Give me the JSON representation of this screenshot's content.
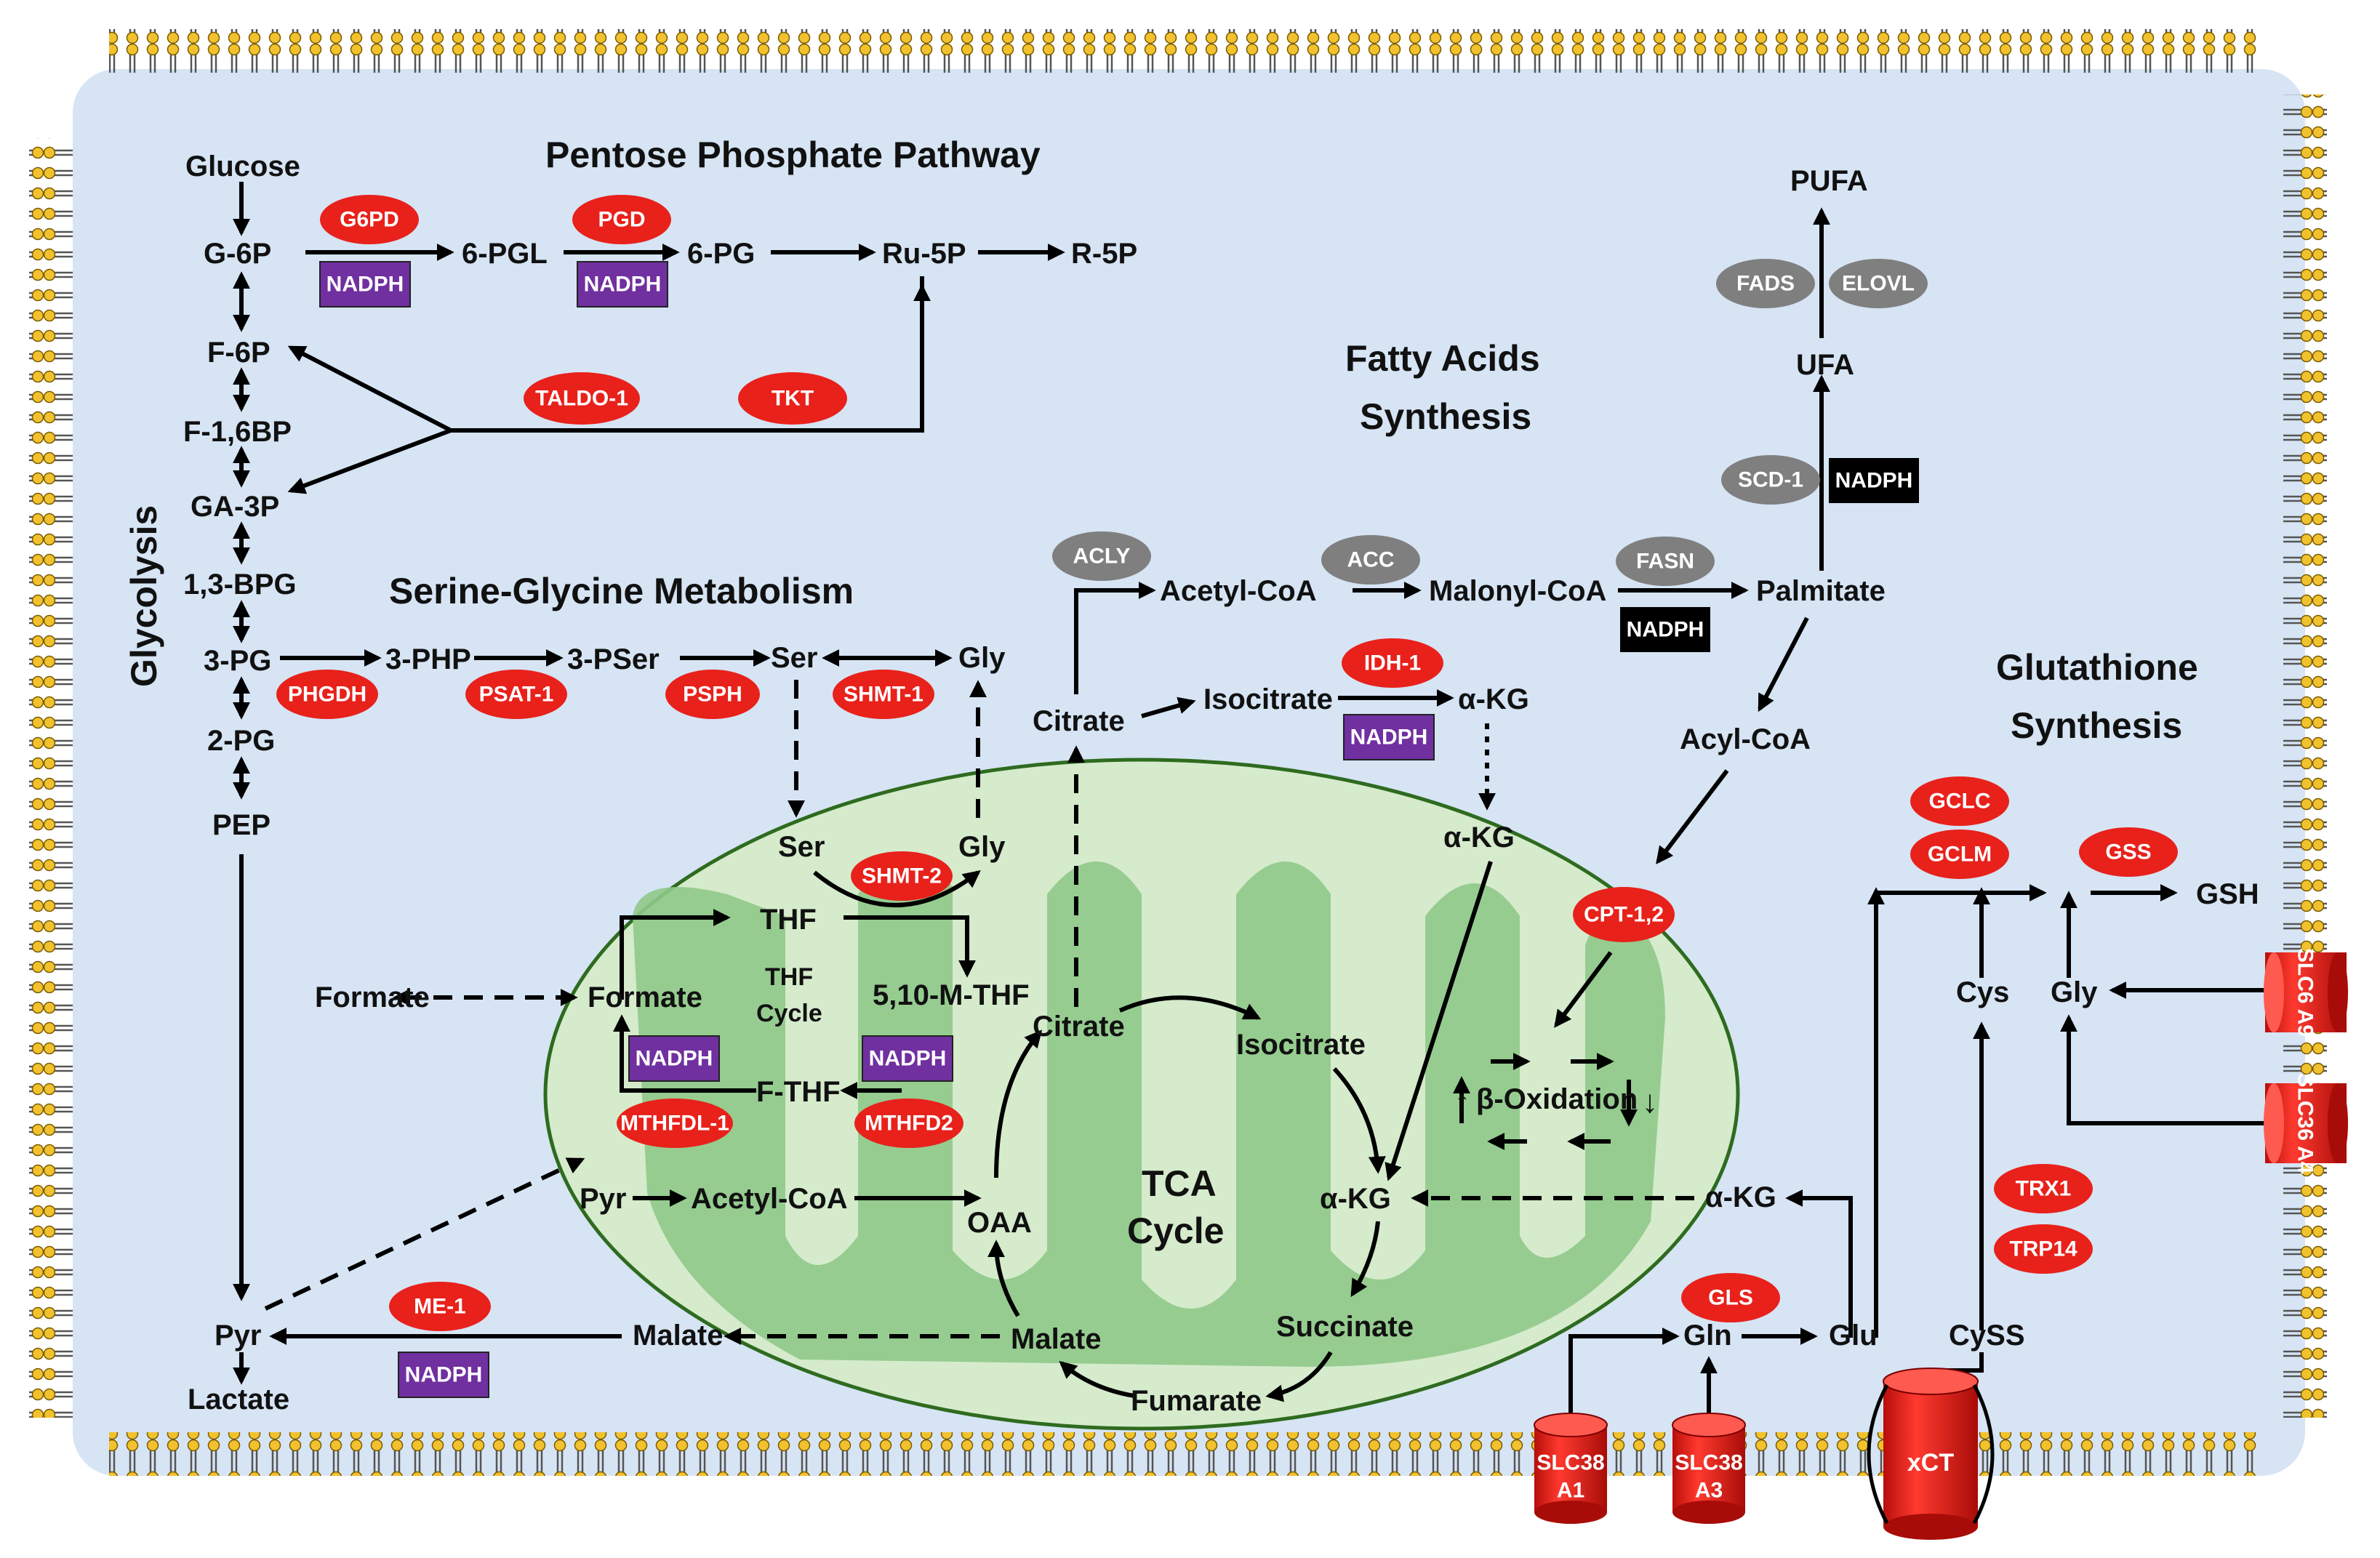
{
  "titles": {
    "ppp": "Pentose Phosphate Pathway",
    "glycolysis": "Glycolysis",
    "serine_glycine": "Serine-Glycine Metabolism",
    "fatty_acids": [
      "Fatty Acids",
      "Synthesis"
    ],
    "glutathione": [
      "Glutathione",
      "Synthesis"
    ],
    "tca": [
      "TCA",
      "Cycle"
    ],
    "thf_cycle": [
      "THF",
      "Cycle"
    ],
    "beta_oxidation": "β-Oxidation"
  },
  "metabolites": {
    "glucose": "Glucose",
    "g6p": "G-6P",
    "f6p": "F-6P",
    "f16bp": "F-1,6BP",
    "ga3p": "GA-3P",
    "bpg13": "1,3-BPG",
    "pg3": "3-PG",
    "pg2": "2-PG",
    "pep": "PEP",
    "pyr_cyto": "Pyr",
    "lactate": "Lactate",
    "pgl6": "6-PGL",
    "pg6": "6-PG",
    "ru5p": "Ru-5P",
    "r5p": "R-5P",
    "php3": "3-PHP",
    "pser3": "3-PSer",
    "ser_cyto": "Ser",
    "gly_cyto": "Gly",
    "citrate_cyto": "Citrate",
    "acetylcoa_cyto": "Acetyl-CoA",
    "malonylcoa": "Malonyl-CoA",
    "palmitate": "Palmitate",
    "ufa": "UFA",
    "pufa": "PUFA",
    "acylcoa": "Acyl-CoA",
    "isocitrate_cyto": "Isocitrate",
    "akg_cyto": "α-KG",
    "akg_mito_top": "α-KG",
    "ser_mito": "Ser",
    "gly_mito": "Gly",
    "thf": "THF",
    "m_thf": "5,10-M-THF",
    "formate_mito": "Formate",
    "formate_out": "Formate",
    "f_thf": "F-THF",
    "pyr_mito": "Pyr",
    "acetylcoa_mito": "Acetyl-CoA",
    "oaa": "OAA",
    "citrate_mito": "Citrate",
    "isocitrate_mito": "Isocitrate",
    "akg_mito": "α-KG",
    "succinate": "Succinate",
    "fumarate": "Fumarate",
    "malate_mito": "Malate",
    "malate_cyto": "Malate",
    "akg_right": "α-KG",
    "gln": "Gln",
    "glu": "Glu",
    "cyss": "CySS",
    "cys": "Cys",
    "gly_right": "Gly",
    "gsh": "GSH"
  },
  "enzymes": {
    "g6pd": "G6PD",
    "pgd": "PGD",
    "taldo1": "TALDO-1",
    "tkt": "TKT",
    "phgdh": "PHGDH",
    "psat1": "PSAT-1",
    "psph": "PSPH",
    "shmt1": "SHMT-1",
    "shmt2": "SHMT-2",
    "mthfdl1": "MTHFDL-1",
    "mthfd2": "MTHFD2",
    "me1": "ME-1",
    "idh1": "IDH-1",
    "cpt12": "CPT-1,2",
    "gls": "GLS",
    "gclc": "GCLC",
    "gclm": "GCLM",
    "gss": "GSS",
    "trx1": "TRX1",
    "trp14": "TRP14",
    "acly": "ACLY",
    "acc": "ACC",
    "fasn": "FASN",
    "fads": "FADS",
    "elovl": "ELOVL",
    "scd1": "SCD-1"
  },
  "cofactors": {
    "nadph_g6pd": "NADPH",
    "nadph_pgd": "NADPH",
    "nadph_idh1": "NADPH",
    "nadph_mthfdl1": "NADPH",
    "nadph_mthfd2": "NADPH",
    "nadph_me1": "NADPH",
    "nadph_fasn": "NADPH",
    "nadph_scd1": "NADPH"
  },
  "transporters": {
    "slc38a1": [
      "SLC38",
      "A1"
    ],
    "slc38a3": [
      "SLC38",
      "A3"
    ],
    "xct": "xCT",
    "slc6a9": "SLC6 A9",
    "slc36a4": "SLC36 A4"
  },
  "colors": {
    "cell": "#d6e4f4",
    "membrane_head": "#f2c12e",
    "mito_fill": "#d5ebcc",
    "mito_crista": "#8fc98a",
    "enzyme_red": "#e8211b",
    "enzyme_gray": "#7f7f7f",
    "nadph_purple": "#7030a0",
    "nadph_black": "#000000"
  }
}
